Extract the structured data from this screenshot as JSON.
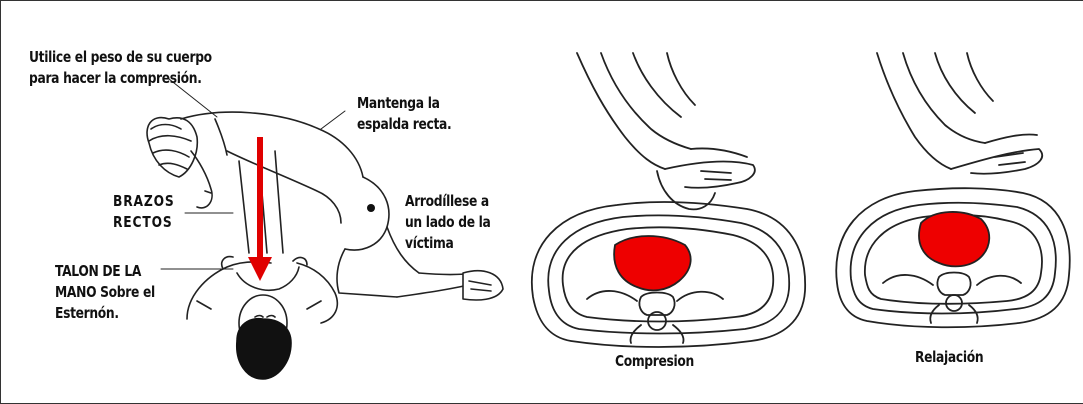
{
  "labels": {
    "body_weight": [
      "Utilice el peso de su cuerpo",
      "para hacer la compresión."
    ],
    "back": [
      "Mantenga la",
      "espalda recta."
    ],
    "arms": [
      "BRAZOS",
      "RECTOS"
    ],
    "kneel": [
      "Arrodíllese a",
      "un lado de la",
      "víctima"
    ],
    "hand": [
      "TALON DE LA",
      "MANO Sobre el",
      "Esternón."
    ],
    "compression": "Compresion",
    "relaxation": "Relajación"
  },
  "colors": {
    "arrow": "#e00000",
    "heart": "#ee0000",
    "line": "#222222"
  },
  "icons": {
    "rescuer": "rescuer-kneeling-figure",
    "victim": "victim-lying-figure",
    "compression_section": "chest-cross-section-compressed",
    "relaxation_section": "chest-cross-section-relaxed"
  }
}
